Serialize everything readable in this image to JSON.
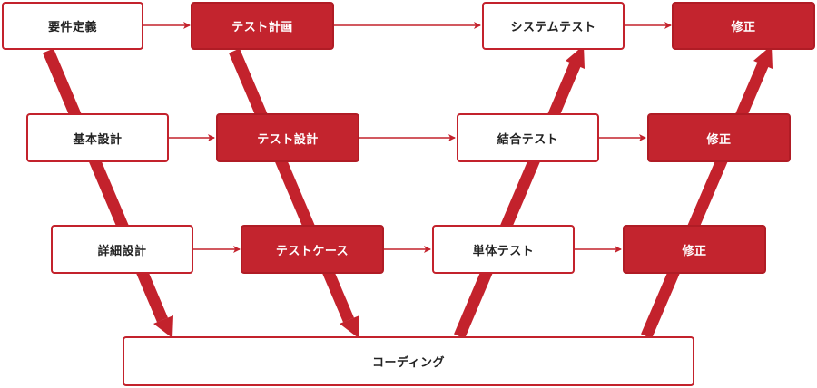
{
  "colors": {
    "accent": "#c3222c",
    "box_fill_red": "#c3242e",
    "box_fill_white": "#ffffff"
  },
  "left_column": {
    "requirements": "要件定義",
    "basic_design": "基本設計",
    "detailed_design": "詳細設計"
  },
  "test_design_column": {
    "test_plan": "テスト計画",
    "test_design": "テスト設計",
    "test_case": "テストケース"
  },
  "test_column": {
    "system_test": "システムテスト",
    "integration_test": "結合テスト",
    "unit_test": "単体テスト"
  },
  "fix_column": {
    "fix_top": "修正",
    "fix_middle": "修正",
    "fix_bottom": "修正"
  },
  "coding": "コーディング"
}
